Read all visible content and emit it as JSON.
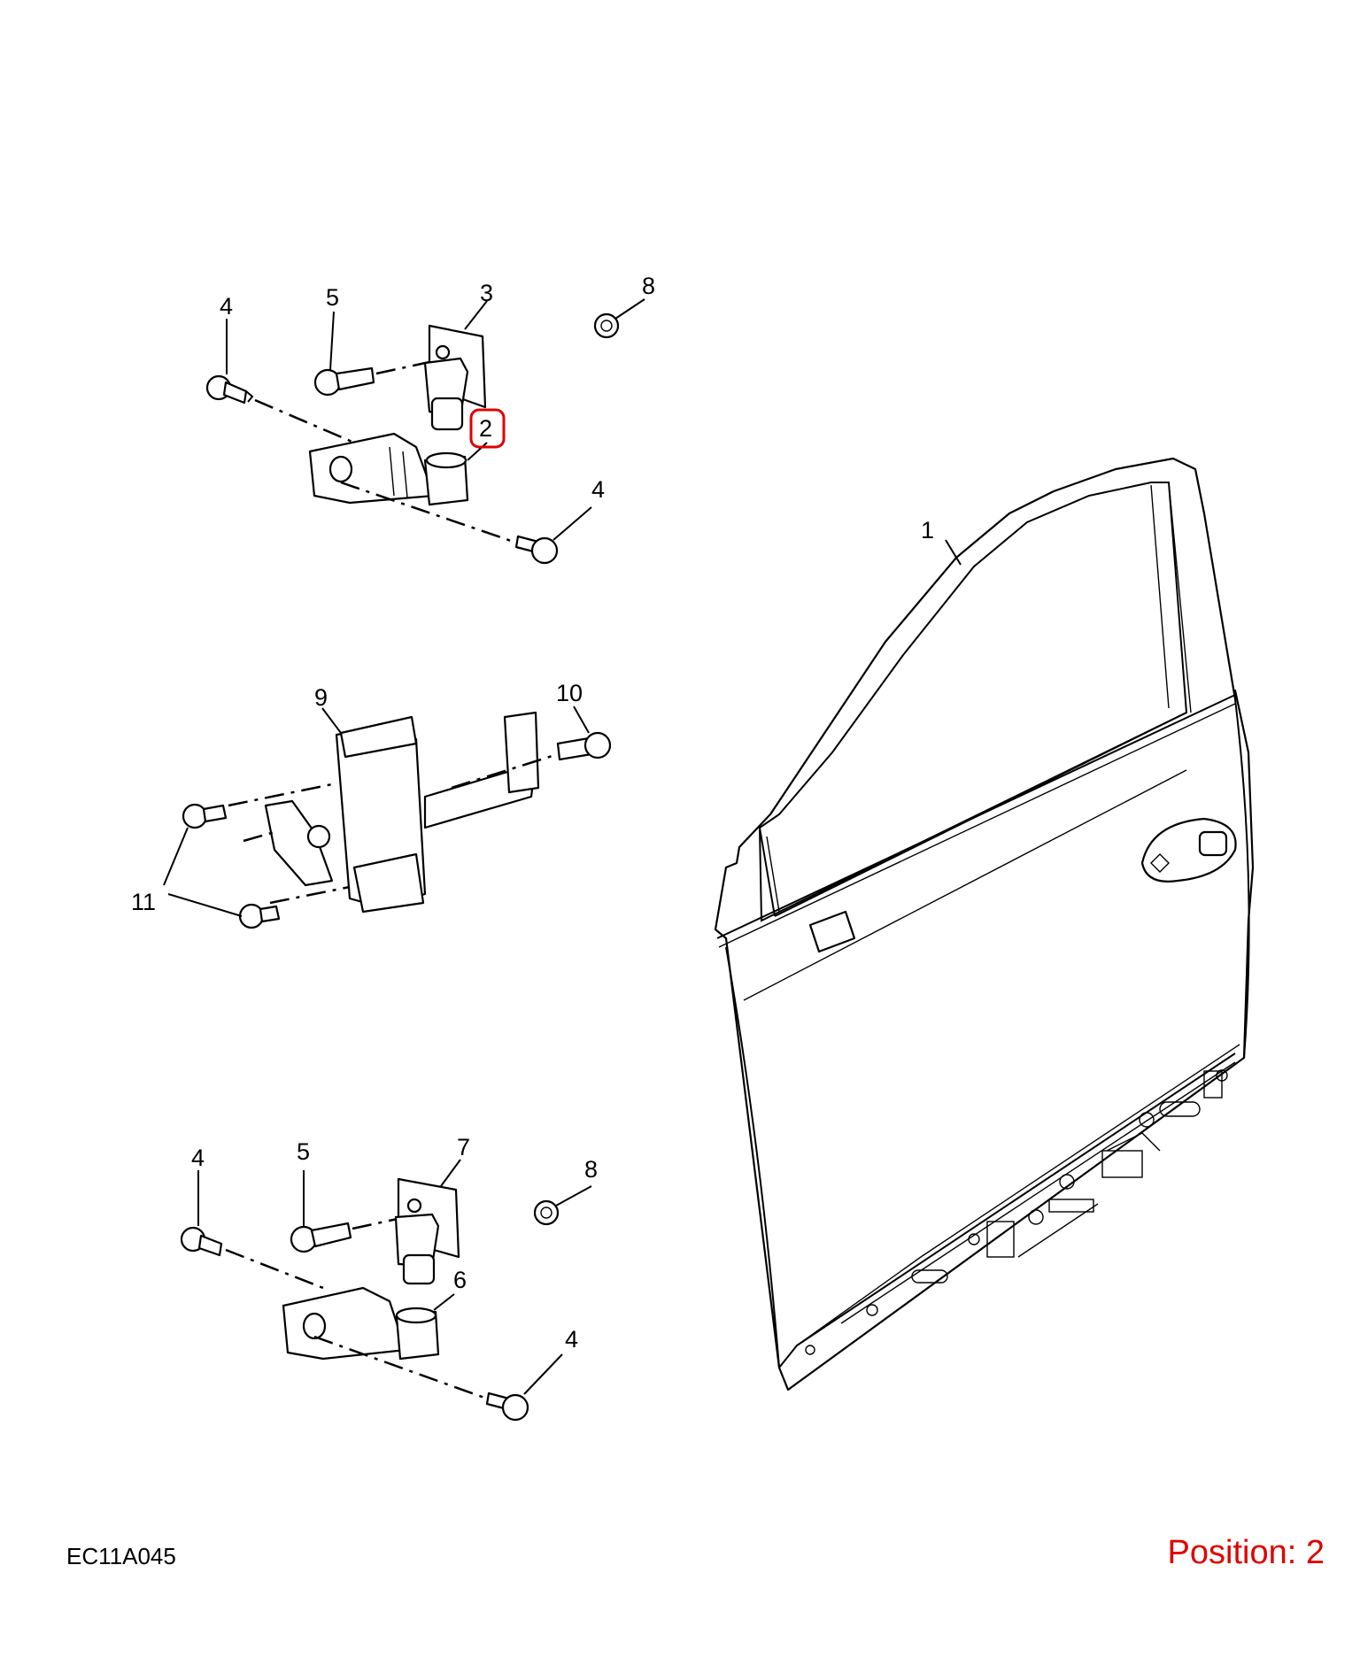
{
  "callouts": {
    "c1": "1",
    "c2": "2",
    "c3": "3",
    "c4a": "4",
    "c4b": "4",
    "c4c": "4",
    "c4d": "4",
    "c5a": "5",
    "c5b": "5",
    "c6": "6",
    "c7": "7",
    "c8a": "8",
    "c8b": "8",
    "c9": "9",
    "c10": "10",
    "c11": "11"
  },
  "highlight_color": "#e00000",
  "footer": {
    "reference_code": "EC11A045",
    "position_label": "Position: 2"
  }
}
